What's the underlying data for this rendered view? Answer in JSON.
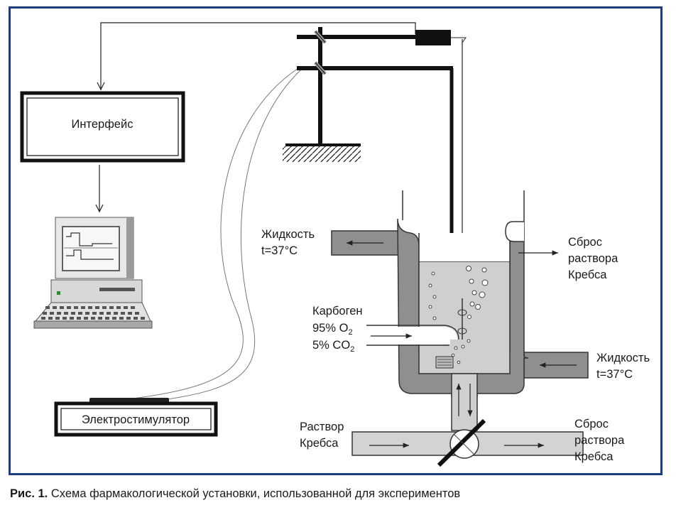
{
  "labels": {
    "interface": "Интерфейс",
    "stimulator": "Электростимулятор",
    "fluid_left_1": "Жидкость",
    "fluid_left_2": "t=37°C",
    "drain_top_1": "Сброс",
    "drain_top_2": "раствора",
    "drain_top_3": "Кребса",
    "carbogen_1": "Карбоген",
    "carbogen_2a": "95% O",
    "carbogen_2b": "2",
    "carbogen_3a": "5% CO",
    "carbogen_3b": "2",
    "fluid_right_1": "Жидкость",
    "fluid_right_2": "t=37°C",
    "krebs_in_1": "Раствор",
    "krebs_in_2": "Кребса",
    "drain_bottom_1": "Сброс",
    "drain_bottom_2": "раствора",
    "drain_bottom_3": "Кребса"
  },
  "caption": {
    "prefix": "Рис. 1.",
    "text": " Схема фармакологической установки, использованной для экспериментов"
  },
  "colors": {
    "frame": "#1e3b86",
    "jacket": "#8f8f8f",
    "solution": "#cfcfcf",
    "pipe": "#d3d3d3"
  }
}
